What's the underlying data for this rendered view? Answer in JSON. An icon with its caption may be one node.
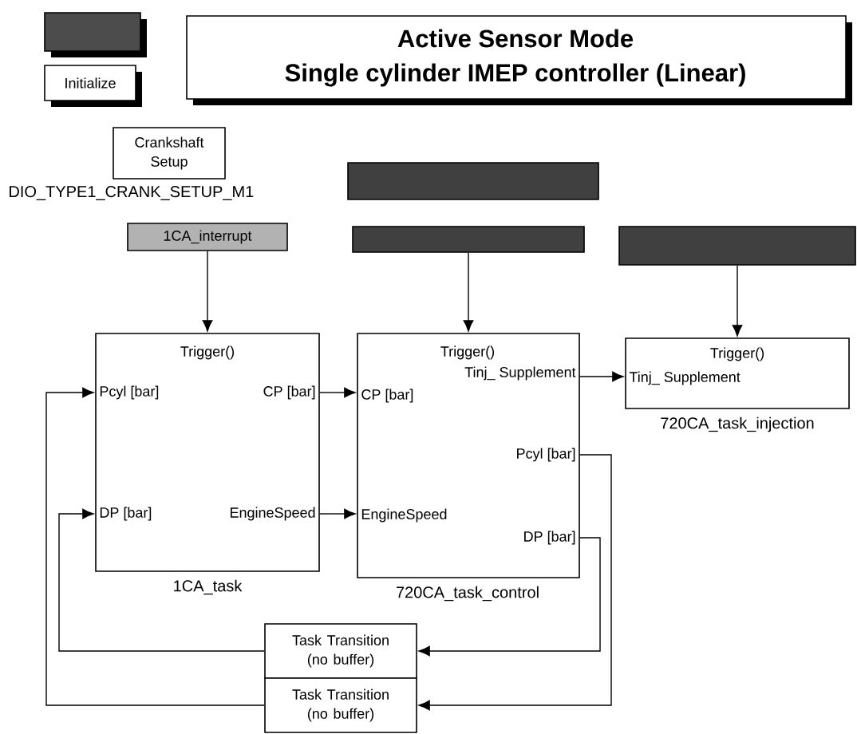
{
  "diagram": {
    "nodes": [
      {
        "text": [],
        "shape": "box"
      },
      {
        "text": [
          "Initialize"
        ]
      },
      {
        "text": [
          "Active Sensor Mode",
          "Single cylinder IMEP controller (Linear)"
        ]
      },
      {
        "text": [
          "Crankshaft Setup"
        ],
        "beside": [
          "DIO_TYPE1_CRANK_SETUP_M1"
        ]
      },
      {
        "text": [],
        "shape": "box"
      },
      {
        "text": [
          "1CA_interrupt"
        ]
      },
      {
        "text": [],
        "shape": "box"
      },
      {
        "text": [],
        "shape": "box"
      },
      {
        "text": [
          "Trigger()",
          "Pcyl [bar]",
          "CP [bar]",
          "DP [bar]",
          "EngineSpeed"
        ],
        "beside": [
          "1CA_task"
        ]
      },
      {
        "text": [
          "Trigger()",
          "Tinj_ Supplement",
          "CP [bar]",
          "Pcyl [bar]",
          "EngineSpeed",
          "DP [bar]"
        ],
        "beside": [
          "720CA_task_control"
        ]
      },
      {
        "text": [
          "Trigger()",
          "Tinj_ Supplement"
        ],
        "beside": [
          "720CA_task_injection"
        ]
      },
      {
        "text": [
          "Task Transition (no buffer)"
        ]
      },
      {
        "text": [
          "Task Transition (no buffer)"
        ]
      }
    ],
    "edges": [
      {
        "from": 5,
        "to": 8,
        "arrow": "to"
      },
      {
        "from": 6,
        "to": 9,
        "arrow": "to"
      },
      {
        "from": 7,
        "to": 10,
        "arrow": "to"
      },
      {
        "from": 8,
        "to": 9,
        "arrow": "to"
      },
      {
        "from": 8,
        "to": 9,
        "arrow": "to"
      },
      {
        "from": 9,
        "to": 10,
        "arrow": "to"
      },
      {
        "from": 9,
        "to": 11,
        "arrow": "to"
      },
      {
        "from": 11,
        "to": 8,
        "arrow": "to"
      },
      {
        "from": 9,
        "to": 12,
        "arrow": "to"
      },
      {
        "from": 12,
        "to": 8,
        "arrow": "to"
      }
    ]
  }
}
